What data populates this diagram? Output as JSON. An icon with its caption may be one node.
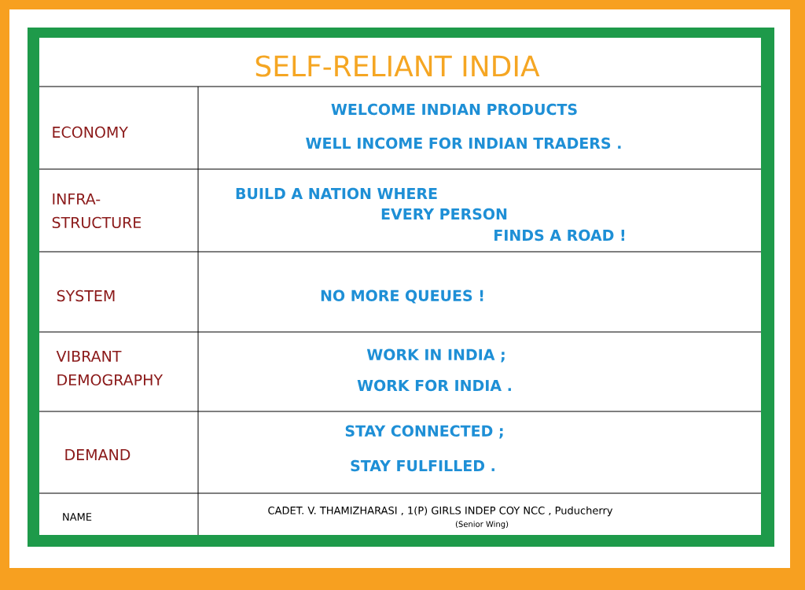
{
  "diagram": {
    "title": "SELF-RELIANT INDIA",
    "labels": [
      "ECONOMY",
      "WELCOME INDIAN PRODUCTS",
      "WELL INCOME FOR INDIAN TRADERS .",
      "INFRA- STRUCTURE",
      "BUILD A NATION WHERE",
      "EVERY PERSON",
      "FINDS A ROAD !",
      "SYSTEM",
      "NO MORE QUEUES !",
      "VIBRANT DEMOGRAPHY",
      "WORK IN INDIA ;",
      "WORK FOR INDIA .",
      "DEMAND",
      "STAY CONNECTED ;",
      "STAY FULFILLED .",
      "NAME",
      "CADET. V. THAMIZHARASI , 1(P) GIRLS INDEP COY NCC , Puducherry",
      "(Senior Wing)"
    ]
  }
}
